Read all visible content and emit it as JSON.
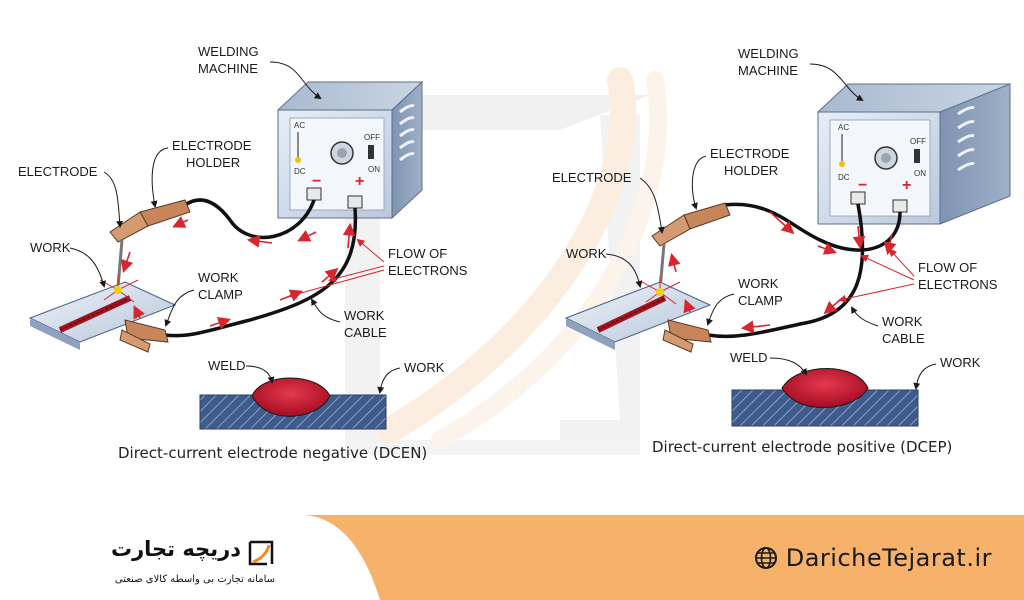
{
  "left": {
    "labels": {
      "welding_machine_1": "WELDING",
      "welding_machine_2": "MACHINE",
      "electrode_holder_1": "ELECTRODE",
      "electrode_holder_2": "HOLDER",
      "electrode": "ELECTRODE",
      "work": "WORK",
      "work_clamp_1": "WORK",
      "work_clamp_2": "CLAMP",
      "flow_1": "FLOW OF",
      "flow_2": "ELECTRONS",
      "work_cable_1": "WORK",
      "work_cable_2": "CABLE",
      "weld": "WELD",
      "work_cross": "WORK"
    },
    "caption": "Direct-current electrode negative (DCEN)"
  },
  "right": {
    "labels": {
      "welding_machine_1": "WELDING",
      "welding_machine_2": "MACHINE",
      "electrode_holder_1": "ELECTRODE",
      "electrode_holder_2": "HOLDER",
      "electrode": "ELECTRODE",
      "work": "WORK",
      "work_clamp_1": "WORK",
      "work_clamp_2": "CLAMP",
      "flow_1": "FLOW OF",
      "flow_2": "ELECTRONS",
      "work_cable_1": "WORK",
      "work_cable_2": "CABLE",
      "weld": "WELD",
      "work_cross": "WORK"
    },
    "caption": "Direct-current electrode positive (DCEP)"
  },
  "panel": {
    "ac": "AC",
    "dc": "DC",
    "off": "OFF",
    "on": "ON",
    "minus": "−",
    "plus": "+"
  },
  "footer": {
    "brand_name": "دریچه تجارت",
    "tagline": "سامانه تجارت بی واسطه کالای صنعتی",
    "website": "DaricheTejarat.ir",
    "logo_icon": "dariche-logo-icon",
    "globe_icon": "globe-icon"
  },
  "colors": {
    "accent_orange": "#f6b26a",
    "arrow_red": "#d8262e",
    "weld_red": "#c8102e",
    "steel_blue": "#3f5b8c"
  }
}
